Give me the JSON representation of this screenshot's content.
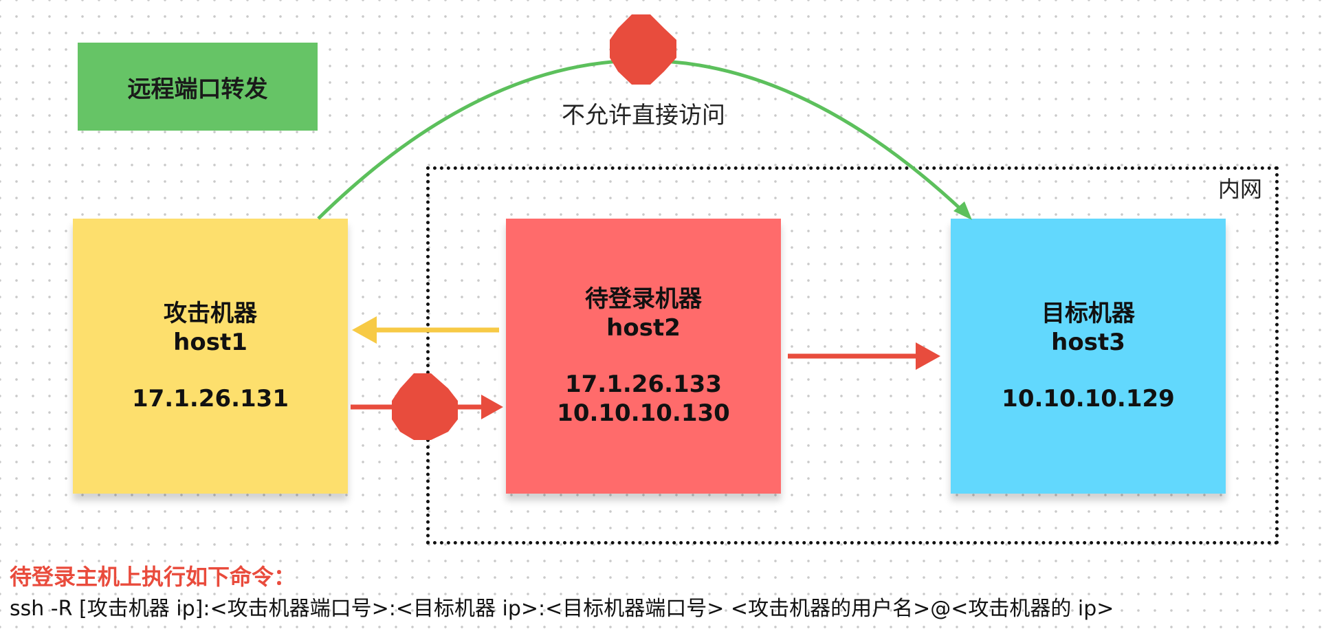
{
  "title": "远程端口转发",
  "intranet_label": "内网",
  "blocked_label": "不允许直接访问",
  "nodes": {
    "attacker": {
      "name": "攻击机器",
      "host": "host1",
      "ip1": "17.1.26.131"
    },
    "jump": {
      "name": "待登录机器",
      "host": "host2",
      "ip1": "17.1.26.133",
      "ip2": "10.10.10.130"
    },
    "target": {
      "name": "目标机器",
      "host": "host3",
      "ip1": "10.10.10.129"
    }
  },
  "command": {
    "heading": "待登录主机上执行如下命令：",
    "text": "ssh -R [攻击机器 ip]:<攻击机器端口号>:<目标机器 ip>:<目标机器端口号> <攻击机器的用户名>@<攻击机器的 ip>"
  },
  "colors": {
    "title_bg": "#66c466",
    "attacker": "#fddf6d",
    "jump": "#ff6b6b",
    "target": "#62d8fd",
    "arc": "#5cc05c",
    "stop": "#e84c3d",
    "yellow_arrow": "#f7ca45",
    "red_arrow": "#e84c3d",
    "command_heading": "#e94b3c"
  }
}
